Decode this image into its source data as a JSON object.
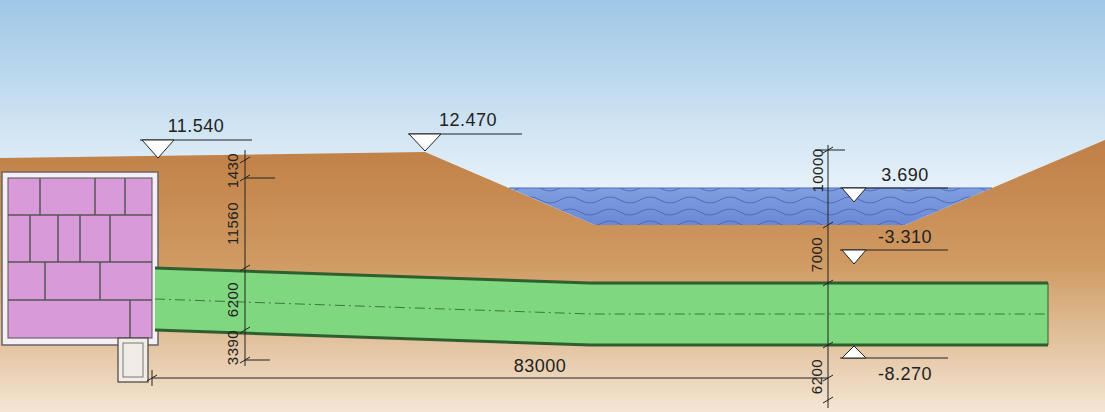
{
  "diagram": {
    "labels": [
      "11.540",
      "12.470",
      "1430",
      "10000",
      "3.690",
      "11560",
      "7000",
      "-3.310",
      "6200",
      "3390",
      "83000",
      "6200",
      "-8.270"
    ]
  }
}
